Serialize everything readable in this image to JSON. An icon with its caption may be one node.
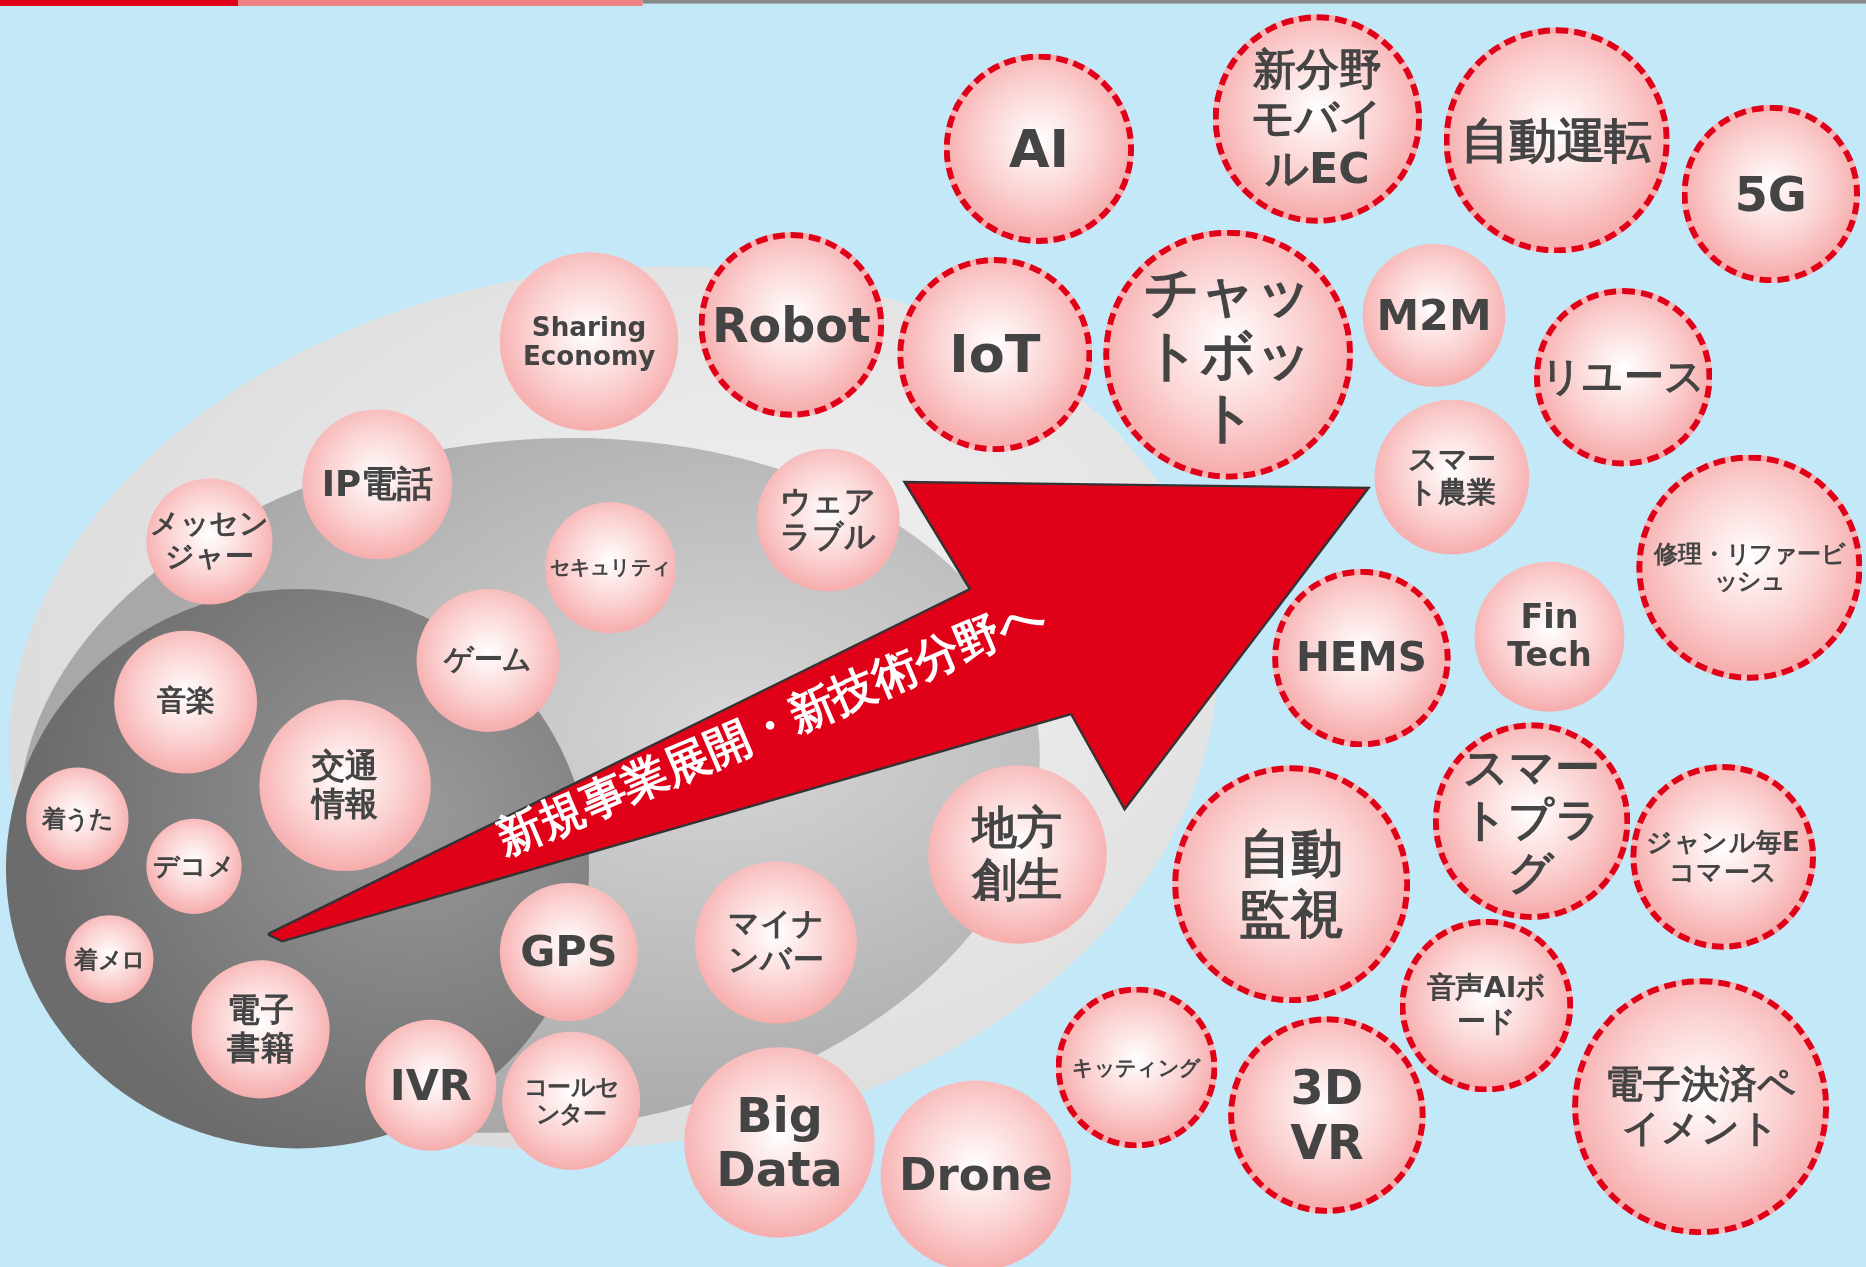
{
  "diagram": {
    "nodes": [
      {
        "text": [
          "新規事業展開・新技術分野へ"
        ]
      },
      {
        "text": [
          "AI"
        ]
      },
      {
        "text": [
          "新分野モバイルEC"
        ]
      },
      {
        "text": [
          "自動運転"
        ]
      },
      {
        "text": [
          "5G"
        ]
      },
      {
        "text": [
          "Sharing Economy"
        ]
      },
      {
        "text": [
          "Robot"
        ]
      },
      {
        "text": [
          "IoT"
        ]
      },
      {
        "text": [
          "チャットボット"
        ]
      },
      {
        "text": [
          "M2M"
        ]
      },
      {
        "text": [
          "リユース"
        ]
      },
      {
        "text": [
          "IP電話"
        ]
      },
      {
        "text": [
          "メッセンジャー"
        ]
      },
      {
        "text": [
          "セキュリティ"
        ]
      },
      {
        "text": [
          "ウェアラブル"
        ]
      },
      {
        "text": [
          "スマート農業"
        ]
      },
      {
        "text": [
          "修理・リファービッシュ"
        ]
      },
      {
        "text": [
          "ゲーム"
        ]
      },
      {
        "text": [
          "音楽"
        ]
      },
      {
        "text": [
          "交通情報"
        ]
      },
      {
        "text": [
          "着うた"
        ]
      },
      {
        "text": [
          "デコメ"
        ]
      },
      {
        "text": [
          "HEMS"
        ]
      },
      {
        "text": [
          "Fin Tech"
        ]
      },
      {
        "text": [
          "地方創生"
        ]
      },
      {
        "text": [
          "自動監視"
        ]
      },
      {
        "text": [
          "スマートプラグ"
        ]
      },
      {
        "text": [
          "ジャンル毎Eコマース"
        ]
      },
      {
        "text": [
          "着メロ"
        ]
      },
      {
        "text": [
          "電子書籍"
        ]
      },
      {
        "text": [
          "GPS"
        ]
      },
      {
        "text": [
          "マイナンバー"
        ]
      },
      {
        "text": [
          "音声AIボード"
        ]
      },
      {
        "text": [
          "電子決済ペイメント"
        ]
      },
      {
        "text": [
          "IVR"
        ]
      },
      {
        "text": [
          "コールセンター"
        ]
      },
      {
        "text": [
          "キッティング"
        ]
      },
      {
        "text": [
          "3D VR"
        ]
      },
      {
        "text": [
          "Big Data"
        ]
      },
      {
        "text": [
          "Drone"
        ]
      }
    ]
  }
}
